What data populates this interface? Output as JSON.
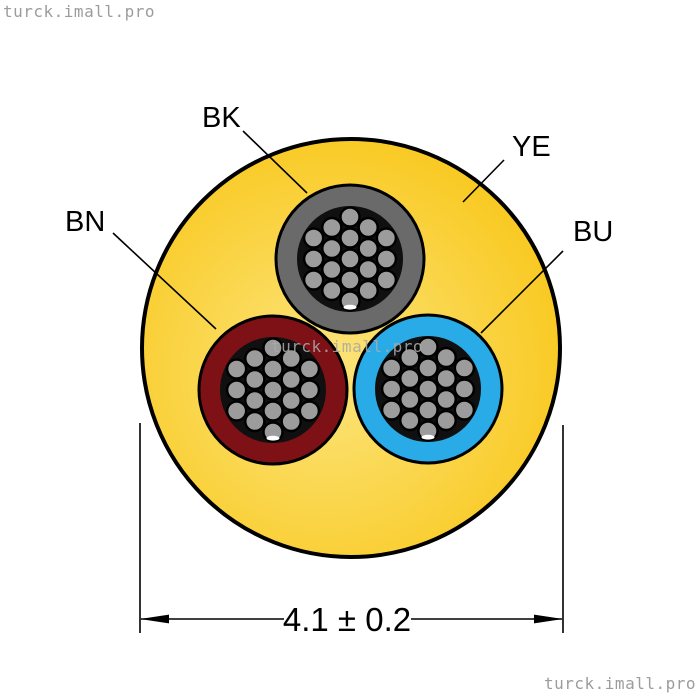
{
  "watermarks": {
    "top_left": "turck.imall.pro",
    "center": "turck.imall.pro",
    "bottom_right": "turck.imall.pro"
  },
  "diagram": {
    "type": "cable-cross-section",
    "jacket": {
      "label": "YE",
      "fill_center": "#fce57d",
      "fill_edge": "#f8c30d",
      "outline_color": "#000000"
    },
    "conductors": [
      {
        "id": "bk",
        "label": "BK",
        "insulation_color": "#6a6a6a"
      },
      {
        "id": "bn",
        "label": "BN",
        "insulation_color": "#7d1115"
      },
      {
        "id": "bu",
        "label": "BU",
        "insulation_color": "#29abe8"
      }
    ],
    "core_fill": "#101010",
    "strand_color": "#9c9c9c",
    "strands_per_conductor": 19,
    "dimension_label": "4.1 ± 0.2"
  }
}
